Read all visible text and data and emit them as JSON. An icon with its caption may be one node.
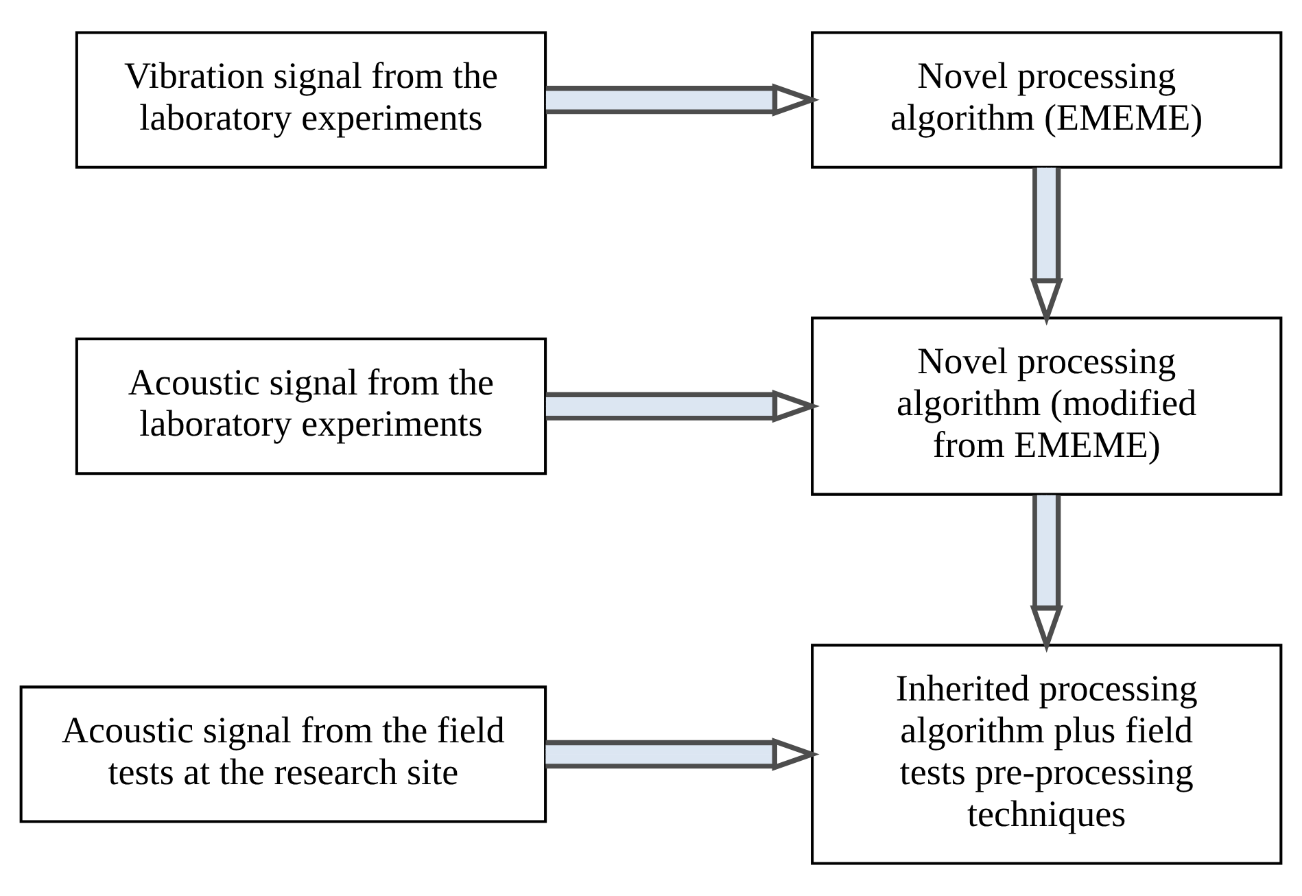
{
  "diagram": {
    "nodes": [
      {
        "text": [
          "Vibration signal from the laboratory experiments"
        ]
      },
      {
        "text": [
          "Novel processing algorithm (EMEME)"
        ]
      },
      {
        "text": [
          "Acoustic signal from the laboratory experiments"
        ]
      },
      {
        "text": [
          "Novel processing algorithm (modified from EMEME)"
        ]
      },
      {
        "text": [
          "Acoustic signal from the field tests at the research site"
        ]
      },
      {
        "text": [
          "Inherited processing algorithm plus field tests pre-processing techniques"
        ]
      }
    ],
    "edges": [
      {
        "from": 0,
        "to": 1,
        "arrow": "to"
      },
      {
        "from": 1,
        "to": 3,
        "arrow": "to"
      },
      {
        "from": 2,
        "to": 3,
        "arrow": "to"
      },
      {
        "from": 3,
        "to": 5,
        "arrow": "to"
      },
      {
        "from": 4,
        "to": 5,
        "arrow": "to"
      }
    ]
  }
}
